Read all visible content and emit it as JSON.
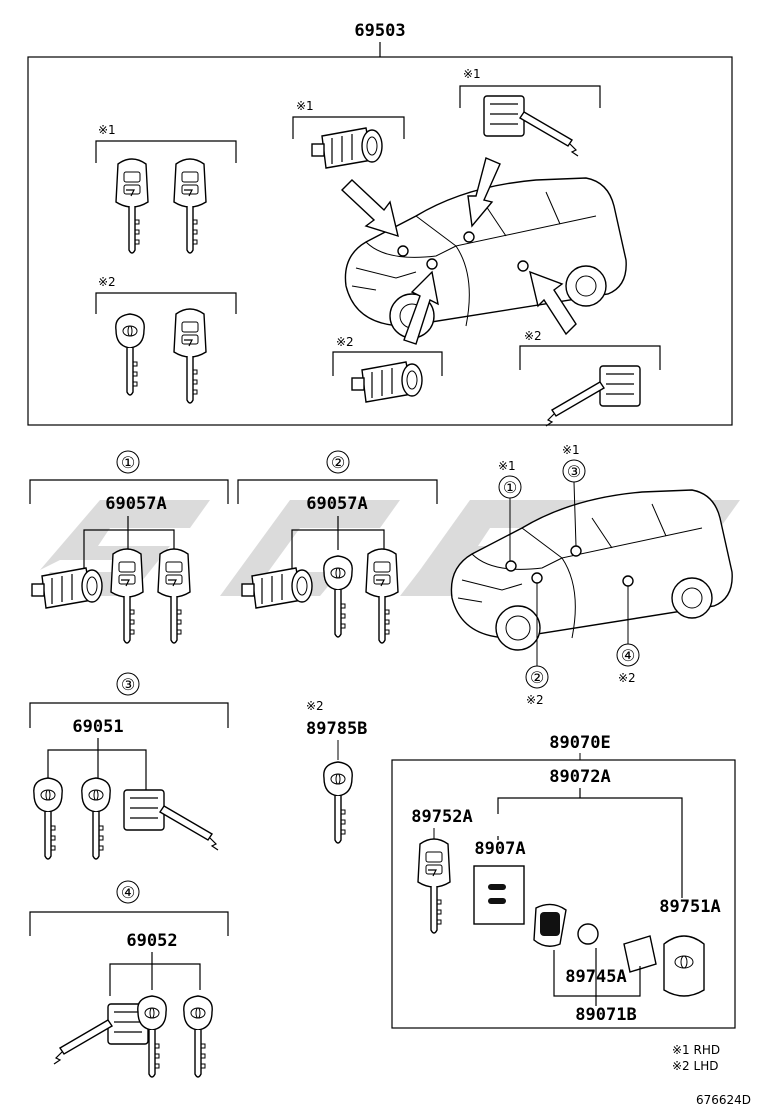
{
  "top": {
    "assembly_number": "69503"
  },
  "set_markers": {
    "rhd_key_pair": "※1",
    "lhd_key_pair": "※2",
    "rhd_cylinder": "※1",
    "rhd_door_lock": "※1",
    "lhd_cylinder": "※2",
    "lhd_door_lock": "※2"
  },
  "groups": [
    {
      "index": "①",
      "part_number": "69057A"
    },
    {
      "index": "②",
      "part_number": "69057A"
    },
    {
      "index": "③",
      "part_number": "69051"
    },
    {
      "index": "④",
      "part_number": "69052"
    }
  ],
  "locator": {
    "c1": "①",
    "c1_note": "※1",
    "c2": "②",
    "c2_note": "※2",
    "c3": "③",
    "c3_note": "※1",
    "c4": "④",
    "c4_note": "※2"
  },
  "parts": {
    "p89785B": "89785B",
    "p89785B_note": "※2",
    "p89070E": "89070E",
    "p89072A": "89072A",
    "p89752A": "89752A",
    "p8907A": "8907A",
    "p89751A": "89751A",
    "p89745A": "89745A",
    "p89071B": "89071B"
  },
  "legend": {
    "rhd": "※1 RHD",
    "lhd": "※2 LHD"
  },
  "diagram_id": "676624D"
}
